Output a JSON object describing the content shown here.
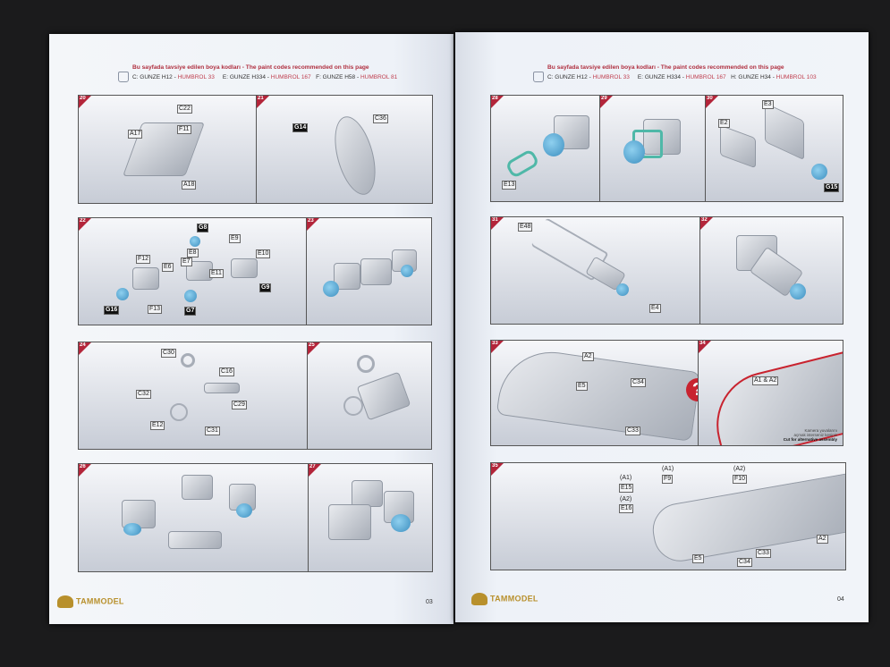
{
  "left_page": {
    "header_title": "Bu sayfada tavsiye edilen boya kodları - The paint codes recommended on this page",
    "paints": [
      {
        "code": "C: GUNZE H12",
        "humbrol": "HUMBROL 33"
      },
      {
        "code": "E: GUNZE H334",
        "humbrol": "HUMBROL 167"
      },
      {
        "code": "F: GUNZE H58",
        "humbrol": "HUMBROL 81"
      }
    ],
    "page_number": "03",
    "brand": "TAMMODEL"
  },
  "right_page": {
    "header_title": "Bu sayfada tavsiye edilen boya kodları - The paint codes recommended on this page",
    "paints": [
      {
        "code": "C: GUNZE H12",
        "humbrol": "HUMBROL 33"
      },
      {
        "code": "E: GUNZE H334",
        "humbrol": "HUMBROL 167"
      },
      {
        "code": "H: GUNZE H34",
        "humbrol": "HUMBROL 103"
      }
    ],
    "page_number": "04",
    "brand": "TAMMODEL",
    "step34_note": [
      "Kamera yuvalarını",
      "açmak isterseniz kesiniz",
      "Cut for alternative assembly"
    ]
  },
  "steps": {
    "s20": {
      "n": "20",
      "labels": [
        "C22",
        "A17",
        "F11",
        "A18"
      ]
    },
    "s21": {
      "n": "21",
      "labels": [
        "G14",
        "C36"
      ]
    },
    "s22": {
      "n": "22",
      "labels": [
        "G8",
        "E9",
        "E8",
        "E10",
        "F12",
        "E6",
        "E7",
        "E11",
        "G9",
        "G16",
        "F13",
        "G7"
      ]
    },
    "s23": {
      "n": "23"
    },
    "s24": {
      "n": "24",
      "labels": [
        "C30",
        "C16",
        "C32",
        "C29",
        "E12",
        "C31"
      ]
    },
    "s25": {
      "n": "25"
    },
    "s26": {
      "n": "26"
    },
    "s27": {
      "n": "27"
    },
    "s28": {
      "n": "28",
      "labels": [
        "E13"
      ]
    },
    "s29": {
      "n": "29"
    },
    "s30": {
      "n": "30",
      "labels": [
        "E3",
        "E2",
        "G15"
      ]
    },
    "s31": {
      "n": "31",
      "labels": [
        "E48",
        "E4"
      ]
    },
    "s32": {
      "n": "32"
    },
    "s33": {
      "n": "33",
      "labels": [
        "A2",
        "E5",
        "C34",
        "C33"
      ]
    },
    "s34": {
      "n": "34",
      "labels": [
        "A1 & A2"
      ]
    },
    "s35": {
      "n": "35",
      "labels": [
        "(A1)",
        "F9",
        "(A2)",
        "F10",
        "(A1)",
        "E15",
        "(A2)",
        "E16",
        "A2",
        "E5",
        "C33",
        "C34"
      ]
    }
  },
  "colors": {
    "accent": "#b3253a",
    "paint_blue": "#4a9fd0",
    "background": "#1b1b1c"
  }
}
